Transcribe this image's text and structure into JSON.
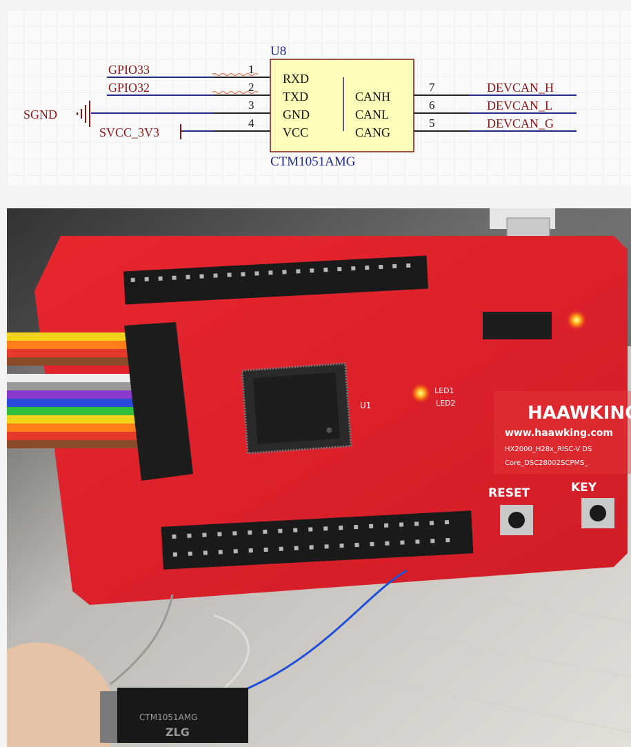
{
  "schematic": {
    "refdes": "U8",
    "part": "CTM1051AMG",
    "pins_left": [
      {
        "num": "1",
        "name": "RXD"
      },
      {
        "num": "2",
        "name": "TXD"
      },
      {
        "num": "3",
        "name": "GND"
      },
      {
        "num": "4",
        "name": "VCC"
      }
    ],
    "pins_right": [
      {
        "num": "7",
        "name": "CANH"
      },
      {
        "num": "6",
        "name": "CANL"
      },
      {
        "num": "5",
        "name": "CANG"
      }
    ],
    "nets_left": [
      "GPIO33",
      "GPIO32"
    ],
    "nets_right": [
      "DEVCAN_H",
      "DEVCAN_L",
      "DEVCAN_G"
    ],
    "power": {
      "ground": "SGND",
      "supply": "SVCC_3V3"
    },
    "colors": {
      "wire": "#1f2a8a",
      "net": "#8b1414",
      "body_fill": "#fdfcb8",
      "body_stroke": "#7a1a1a",
      "refdes": "#1f2a8a",
      "grid": "#e3e3e3"
    }
  },
  "photo": {
    "board_brand": "HAAWKING",
    "board_url": "www.haawking.com",
    "board_model": "HX2000_H28x_RISC-V DS",
    "board_core": "Core_DSC28002SCPMS_",
    "buttons": [
      "RESET",
      "KEY"
    ],
    "leds": [
      "LED1",
      "LED2"
    ],
    "mcu_label": "U1",
    "module_text": "CTM1051AMG",
    "module_brand": "ZLG"
  }
}
